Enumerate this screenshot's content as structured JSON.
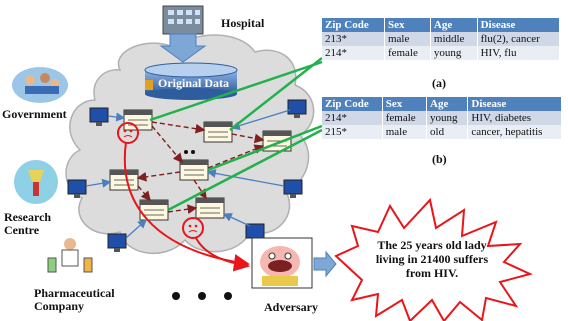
{
  "labels": {
    "hospital": "Hospital",
    "original_data": "Original Data",
    "government": "Government",
    "research_line1": "Research",
    "research_line2": "Centre",
    "pharma_line1": "Pharmaceutical",
    "pharma_line2": "Company",
    "adversary": "Adversary"
  },
  "table_a": {
    "caption": "(a)",
    "headers": [
      "Zip Code",
      "Sex",
      "Age",
      "Disease"
    ],
    "rows": [
      [
        "213*",
        "male",
        "middle",
        "flu(2), cancer"
      ],
      [
        "214*",
        "female",
        "young",
        "HIV, flu"
      ]
    ]
  },
  "table_b": {
    "caption": "(b)",
    "headers": [
      "Zip Code",
      "Sex",
      "Age",
      "Disease"
    ],
    "rows": [
      [
        "214*",
        "female",
        "young",
        "HIV, diabetes"
      ],
      [
        "215*",
        "male",
        "old",
        "cancer, hepatitis"
      ]
    ]
  },
  "callout": {
    "line1": "The 25 years old lady",
    "line2": "living in 21400 suffers",
    "line3": "from HIV."
  },
  "colors": {
    "cloud": "#dcdcdc",
    "table_header": "#4f81bd",
    "row_odd": "#d0d8e8",
    "row_even": "#e9edf4",
    "green_link": "#22b14c",
    "red_dashed": "#7f1f1f",
    "blue_arrow": "#4a7fc1",
    "callout_border": "#e8151b"
  },
  "icons": [
    "hospital-building-icon",
    "database-icon",
    "computer-monitor-icon",
    "server-node-icon",
    "circled-face-icon",
    "adversary-character-icon",
    "arrow-icon"
  ]
}
